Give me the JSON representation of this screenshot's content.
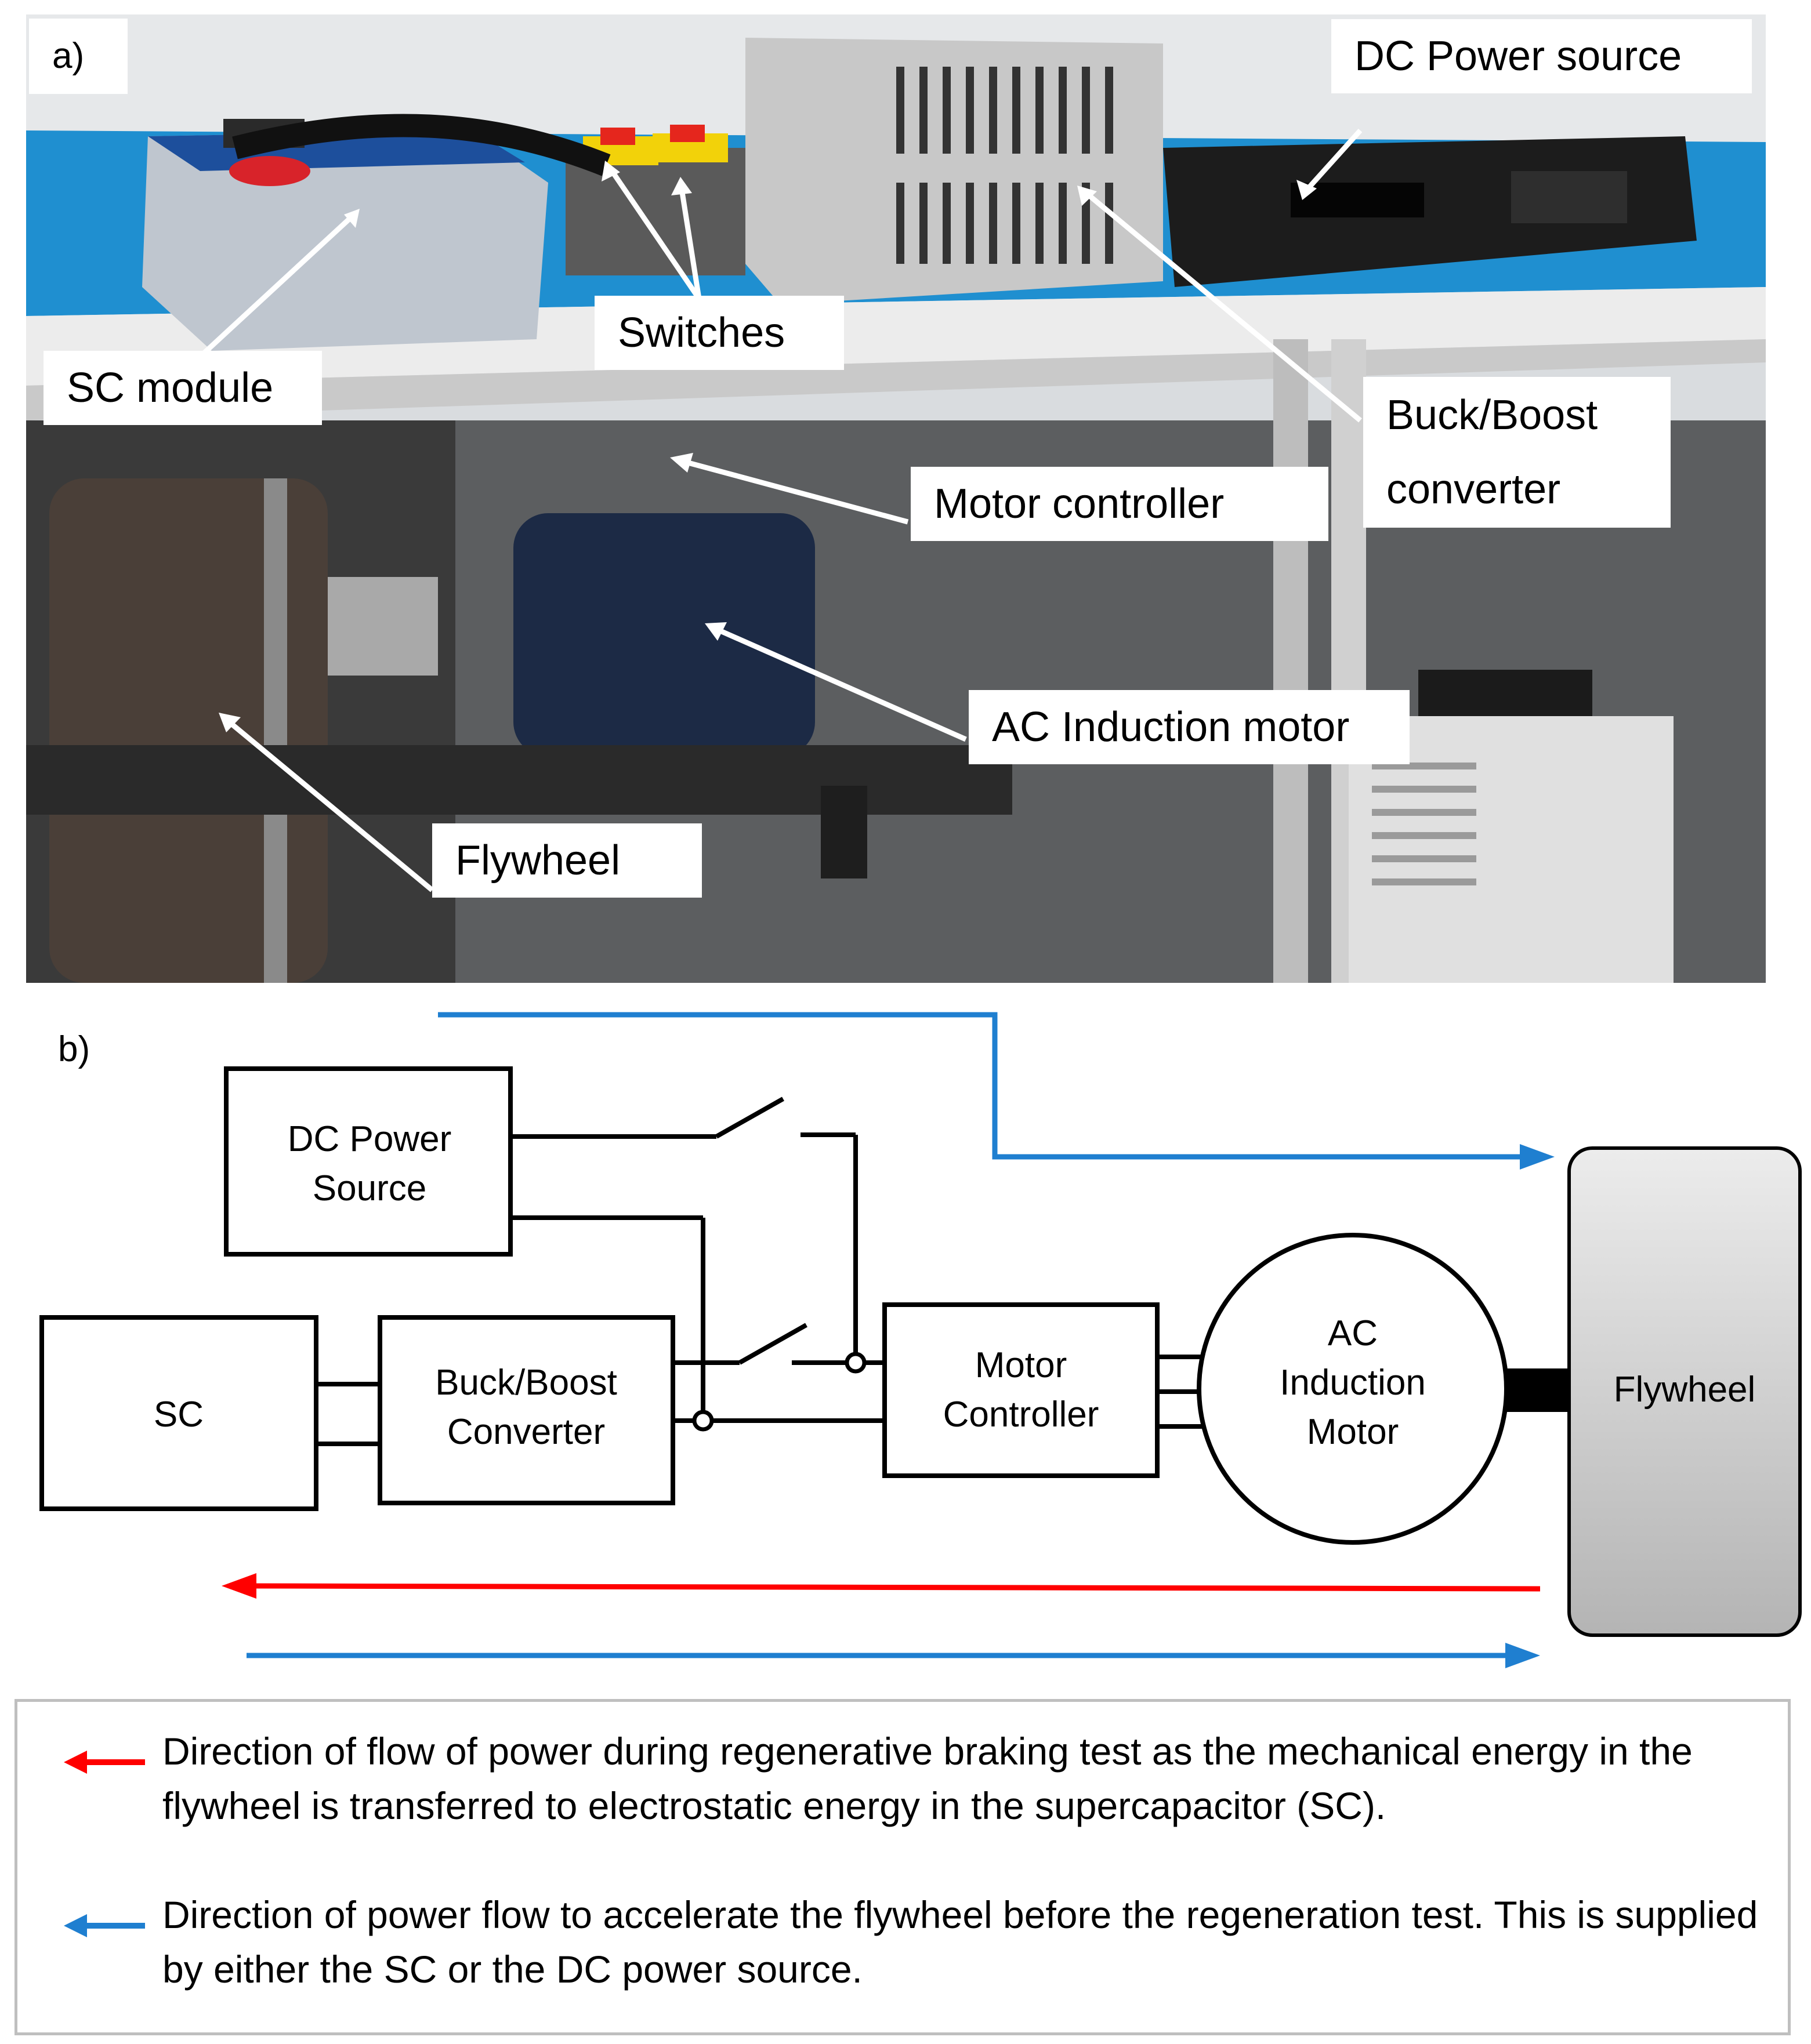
{
  "panels": {
    "a": "a)",
    "b": "b)"
  },
  "photo": {
    "labels": {
      "dc_power_source": "DC Power source",
      "sc_module": "SC module",
      "switches": "Switches",
      "buck_boost_line1": "Buck/Boost",
      "buck_boost_line2": "converter",
      "motor_controller": "Motor controller",
      "ac_induction_motor": "AC Induction motor",
      "flywheel": "Flywheel"
    }
  },
  "diagram": {
    "dc_power_line1": "DC Power",
    "dc_power_line2": "Source",
    "sc": "SC",
    "buck_boost_line1": "Buck/Boost",
    "buck_boost_line2": "Converter",
    "motor_controller_line1": "Motor",
    "motor_controller_line2": "Controller",
    "ac_motor_line1": "AC",
    "ac_motor_line2": "Induction",
    "ac_motor_line3": "Motor",
    "flywheel": "Flywheel"
  },
  "colors": {
    "regen_arrow": "#ff0000",
    "accel_arrow": "#1f7fd0",
    "workbench_mat": "#1f8fd0"
  },
  "legend": [
    {
      "color": "red",
      "text": "Direction of flow of power during regenerative braking test as the mechanical energy in the flywheel is transferred to electrostatic energy in the supercapacitor (SC)."
    },
    {
      "color": "blue",
      "text": "Direction of power flow to accelerate the flywheel before the regeneration test. This is supplied by either the SC or the DC power source."
    }
  ]
}
